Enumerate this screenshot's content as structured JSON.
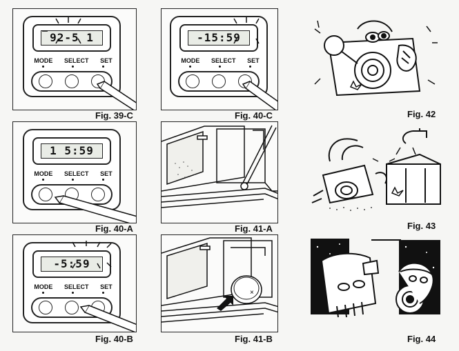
{
  "figures": {
    "f39c": {
      "caption": "Fig. 39-C",
      "display": "92-5 1"
    },
    "f40c": {
      "caption": "Fig. 40-C",
      "display": "-15:59"
    },
    "f40a": {
      "caption": "Fig. 40-A",
      "display": "1 5:59"
    },
    "f40b": {
      "caption": "Fig. 40-B",
      "display": "-5:59"
    },
    "f41a": {
      "caption": "Fig. 41-A"
    },
    "f41b": {
      "caption": "Fig. 41-B"
    },
    "f42": {
      "caption": "Fig. 42"
    },
    "f43": {
      "caption": "Fig. 43"
    },
    "f44": {
      "caption": "Fig. 44"
    }
  },
  "buttons": {
    "mode": "MODE",
    "select": "SELECT",
    "set": "SET"
  },
  "icons": [
    "pen-icon",
    "blink-marks-icon",
    "battery-icon",
    "arrow-icon"
  ]
}
